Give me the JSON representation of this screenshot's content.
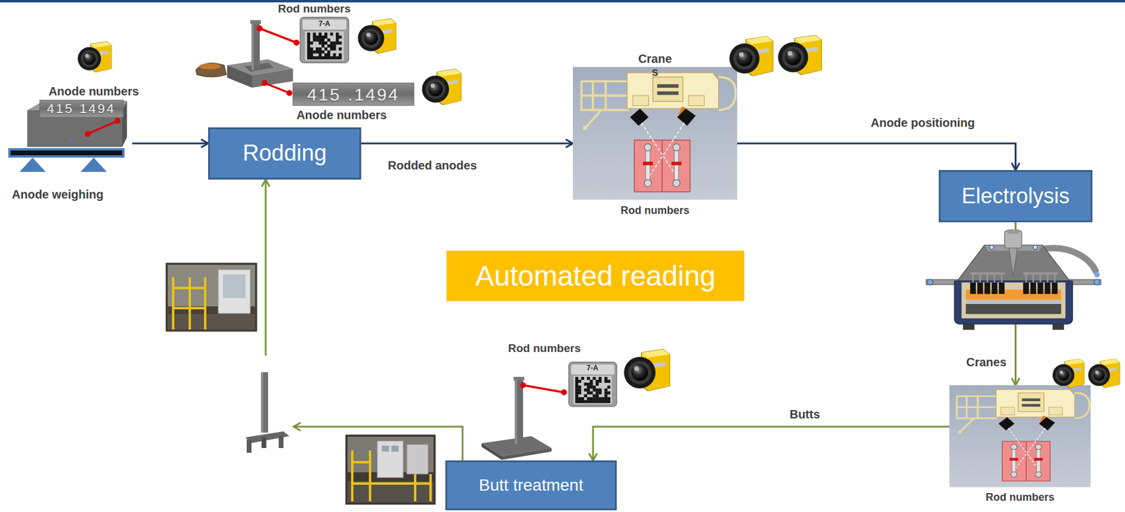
{
  "diagram": {
    "nodes": [
      {
        "text": [
          "Anode weighing"
        ]
      },
      {
        "text": [
          "Rodding"
        ]
      },
      {
        "text": [
          "Crane s",
          "Rod numbers"
        ]
      },
      {
        "text": [
          "Electrolysis"
        ]
      },
      {
        "text": [
          "Automated reading"
        ]
      },
      {
        "text": [
          "Rod numbers"
        ]
      },
      {
        "text": [
          "Butt treatment"
        ]
      }
    ],
    "edges": [
      {
        "from": 0,
        "to": 1,
        "arrow": "to"
      },
      {
        "from": 1,
        "to": 2,
        "label": "Rodded anodes",
        "arrow": "to"
      },
      {
        "from": 2,
        "to": 3,
        "label": "Anode positioning",
        "arrow": "to"
      },
      {
        "from": 3,
        "to": 5,
        "label": "Cranes",
        "arrow": "to"
      },
      {
        "from": 5,
        "to": 6,
        "label": "Butts",
        "arrow": "to"
      },
      {
        "from": 6,
        "to": 1,
        "arrow": "to"
      }
    ],
    "labels": [
      "Rod numbers",
      "7-A",
      "Anode numbers",
      "415 1494",
      "415 .1494",
      "Anode numbers",
      "Rod numbers",
      "7-A"
    ]
  }
}
